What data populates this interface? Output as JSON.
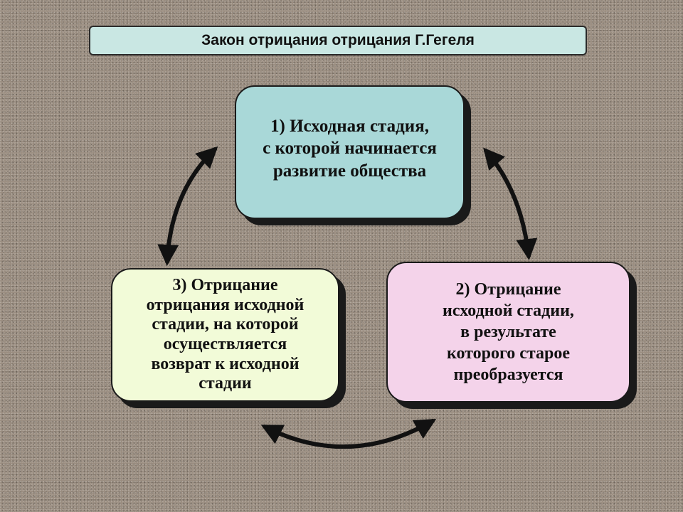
{
  "title": "Закон отрицания отрицания Г.Гегеля",
  "stages": {
    "stage1": "1) Исходная стадия,\nс которой начинается\nразвитие общества",
    "stage2": "2) Отрицание\nисходной стадии,\nв результате\nкоторого старое\nпреобразуется",
    "stage3": "3) Отрицание\nотрицания исходной\nстадии, на которой\nосуществляется\nвозврат к исходной\nстадии"
  },
  "colors": {
    "stage1_fill": "#a9d8d8",
    "stage2_fill": "#f4d3ea",
    "stage3_fill": "#f2fbd8",
    "title_fill": "#c9e7e3"
  },
  "arrows": [
    {
      "from": "stage3",
      "to": "stage1",
      "direction": "both"
    },
    {
      "from": "stage1",
      "to": "stage2",
      "direction": "both"
    },
    {
      "from": "stage3",
      "to": "stage2",
      "direction": "both"
    }
  ]
}
